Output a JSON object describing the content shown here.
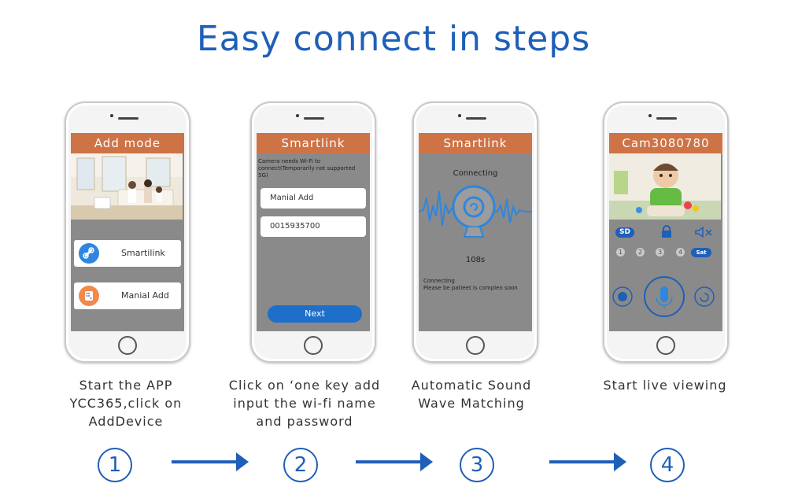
{
  "title": "Easy connect in steps",
  "phones": [
    {
      "header": "Add mode",
      "options": [
        {
          "label": "Smartilink",
          "icon": "link-icon",
          "color": "#2e86de"
        },
        {
          "label": "Manial Add",
          "icon": "grid-icon",
          "color": "#f08a4b"
        }
      ]
    },
    {
      "header": "Smartlink",
      "note": "Camera needs Wi-Fi to connect(Temporarily not supported 5G)",
      "fields": [
        "Manial Add",
        "0015935700"
      ],
      "next_label": "Next"
    },
    {
      "header": "Smartlink",
      "connecting_label": "Connecting",
      "timer": "108s",
      "status_line1": "Connecting",
      "status_line2": "Please be patieet is complen soon"
    },
    {
      "header": "Cam3080780",
      "quality": "SD",
      "channels": [
        "1",
        "2",
        "3",
        "4"
      ],
      "channel_active": "Sat"
    }
  ],
  "captions": [
    "Start the APP YCC365,click on AddDevice",
    "Click on ‘one key add input the wi-fi name and password",
    "Automatic Sound Wave Matching",
    "Start live viewing"
  ],
  "steps": [
    "1",
    "2",
    "3",
    "4"
  ],
  "colors": {
    "accent": "#1e5fb8",
    "header": "#cd7346"
  }
}
